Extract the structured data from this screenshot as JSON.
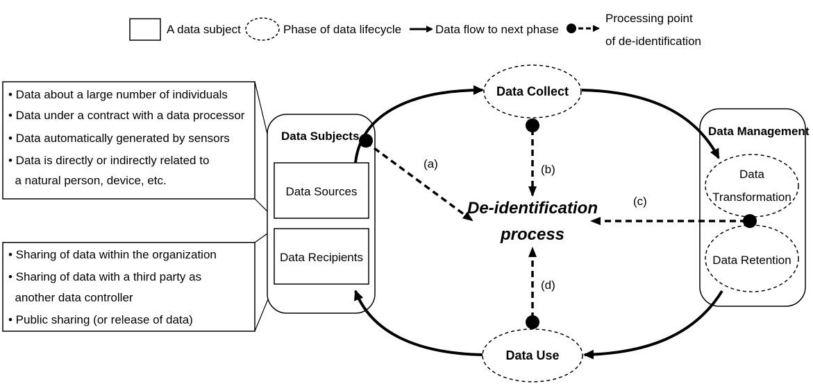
{
  "legend": {
    "subject": "A data subject",
    "phase": "Phase of data lifecycle",
    "flow": "Data flow to next phase",
    "processing_line1": "Processing point",
    "processing_line2": "of de-identification"
  },
  "sources_notes": [
    "• Data about a large number of individuals",
    "• Data under a contract with a data processor",
    "• Data automatically generated by sensors",
    "• Data is directly or indirectly related to",
    "  a natural person, device, etc."
  ],
  "recipients_notes": [
    "• Sharing of data within the organization",
    "• Sharing of data with a third party as",
    "  another data controller",
    "• Public sharing (or release of data)"
  ],
  "data_subjects": {
    "title": "Data Subjects",
    "sources": "Data Sources",
    "recipients": "Data Recipients"
  },
  "phases": {
    "collect": "Data Collect",
    "use": "Data Use",
    "transformation_line1": "Data",
    "transformation_line2": "Transformation",
    "retention": "Data Retention"
  },
  "data_management": {
    "title": "Data Management"
  },
  "center": {
    "line1": "De-identification",
    "line2": "process"
  },
  "points": {
    "a": "(a)",
    "b": "(b)",
    "c": "(c)",
    "d": "(d)"
  }
}
